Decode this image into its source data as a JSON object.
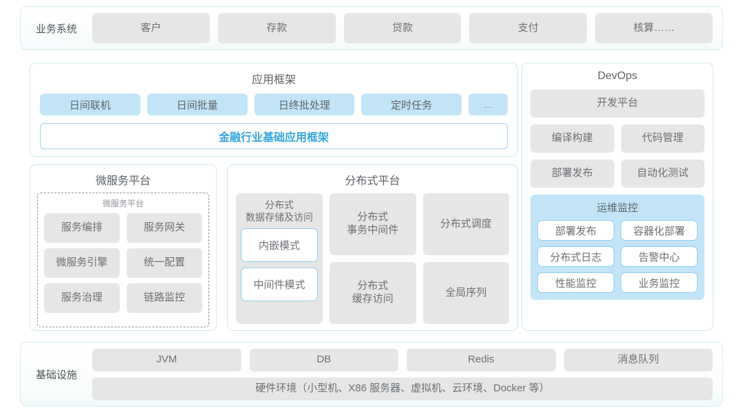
{
  "business_band": {
    "label": "业务系统",
    "items": [
      "客户",
      "存款",
      "贷款",
      "支付",
      "核算……"
    ]
  },
  "app_framework": {
    "title": "应用框架",
    "tags": [
      "日间联机",
      "日间批量",
      "日终批处理",
      "定时任务"
    ],
    "more_tag": "…",
    "base_frame_label": "金融行业基础应用框架"
  },
  "microservice": {
    "title": "微服务平台",
    "inner_title": "微服务平台",
    "items": [
      "服务编排",
      "服务网关",
      "微服务引擎",
      "统一配置",
      "服务治理",
      "链路监控"
    ]
  },
  "distributed": {
    "title": "分布式平台",
    "storage": {
      "title": "分布式\n数据存储及访问",
      "modes": [
        "内嵌模式",
        "中间件模式"
      ]
    },
    "cells": [
      "分布式\n事务中间件",
      "分布式调度",
      "分布式\n缓存访问",
      "全局序列"
    ]
  },
  "devops": {
    "title": "DevOps",
    "dev_platform": "开发平台",
    "items": [
      "编译构建",
      "代码管理",
      "部署发布",
      "自动化测试"
    ],
    "ops": {
      "title": "运维监控",
      "items": [
        "部署发布",
        "容器化部署",
        "分布式日志",
        "告警中心",
        "性能监控",
        "业务监控"
      ]
    }
  },
  "infrastructure": {
    "label": "基础设施",
    "items": [
      "JVM",
      "DB",
      "Redis",
      "消息队列"
    ],
    "hardware": "硬件环境（小型机、X86 服务器、虚拟机、云环境、Docker 等）"
  },
  "colors": {
    "accent_blue": "#33a5dc",
    "tag_blue": "#c3e4f7",
    "chip_gray": "#e6e6e6",
    "panel_border": "#cfe9ec"
  }
}
